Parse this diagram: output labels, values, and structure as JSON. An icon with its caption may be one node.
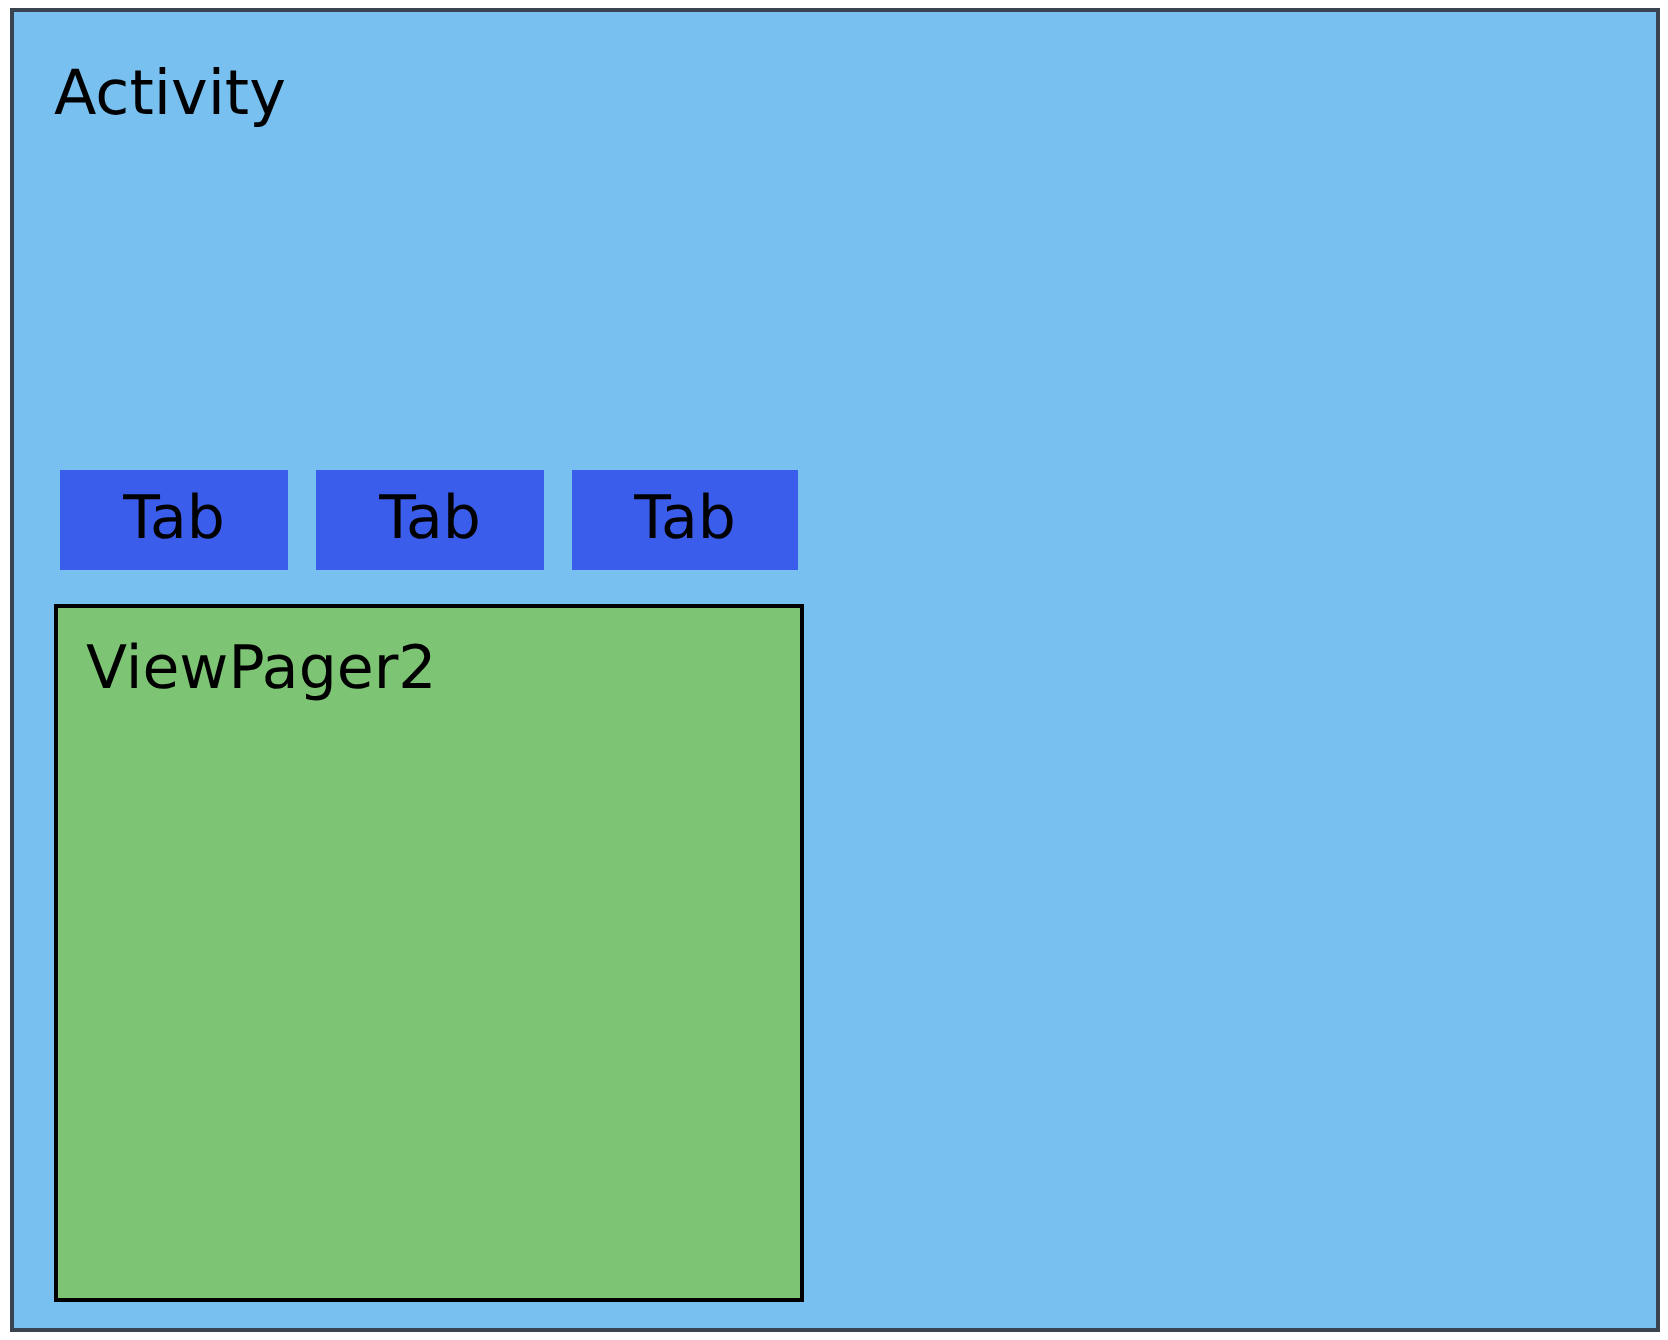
{
  "diagram": {
    "nodes": [
      {
        "text": [
          "Activity"
        ]
      },
      {
        "text": [
          "Tab"
        ],
        "in": 0
      },
      {
        "text": [
          "Tab"
        ],
        "in": 0
      },
      {
        "text": [
          "Tab"
        ],
        "in": 0
      },
      {
        "text": [
          "ViewPager2"
        ],
        "in": 0
      }
    ]
  }
}
